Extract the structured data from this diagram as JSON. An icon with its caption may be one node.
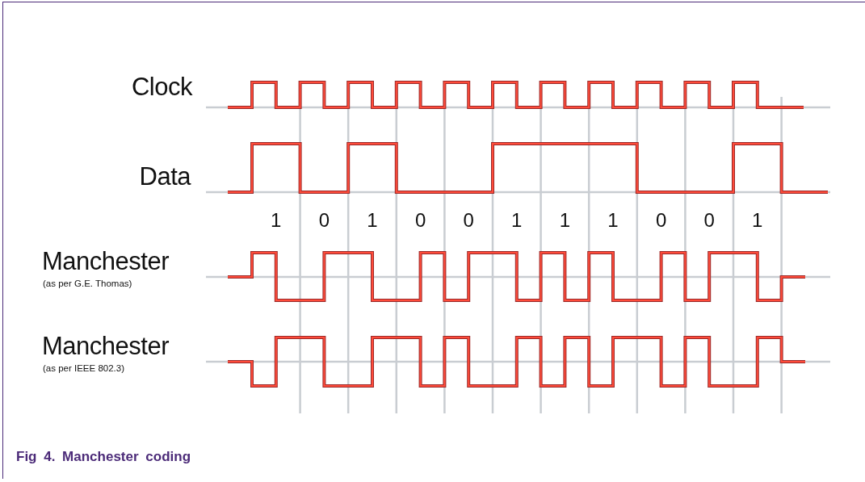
{
  "diagram": {
    "caption": "Fig 4. Manchester coding",
    "labels": [
      "Clock",
      "Data",
      "1",
      "0",
      "1",
      "0",
      "0",
      "1",
      "1",
      "1",
      "0",
      "0",
      "1",
      "Manchester",
      "(as per G.E. Thomas)",
      "Manchester",
      "(as per IEEE 802.3)"
    ]
  }
}
